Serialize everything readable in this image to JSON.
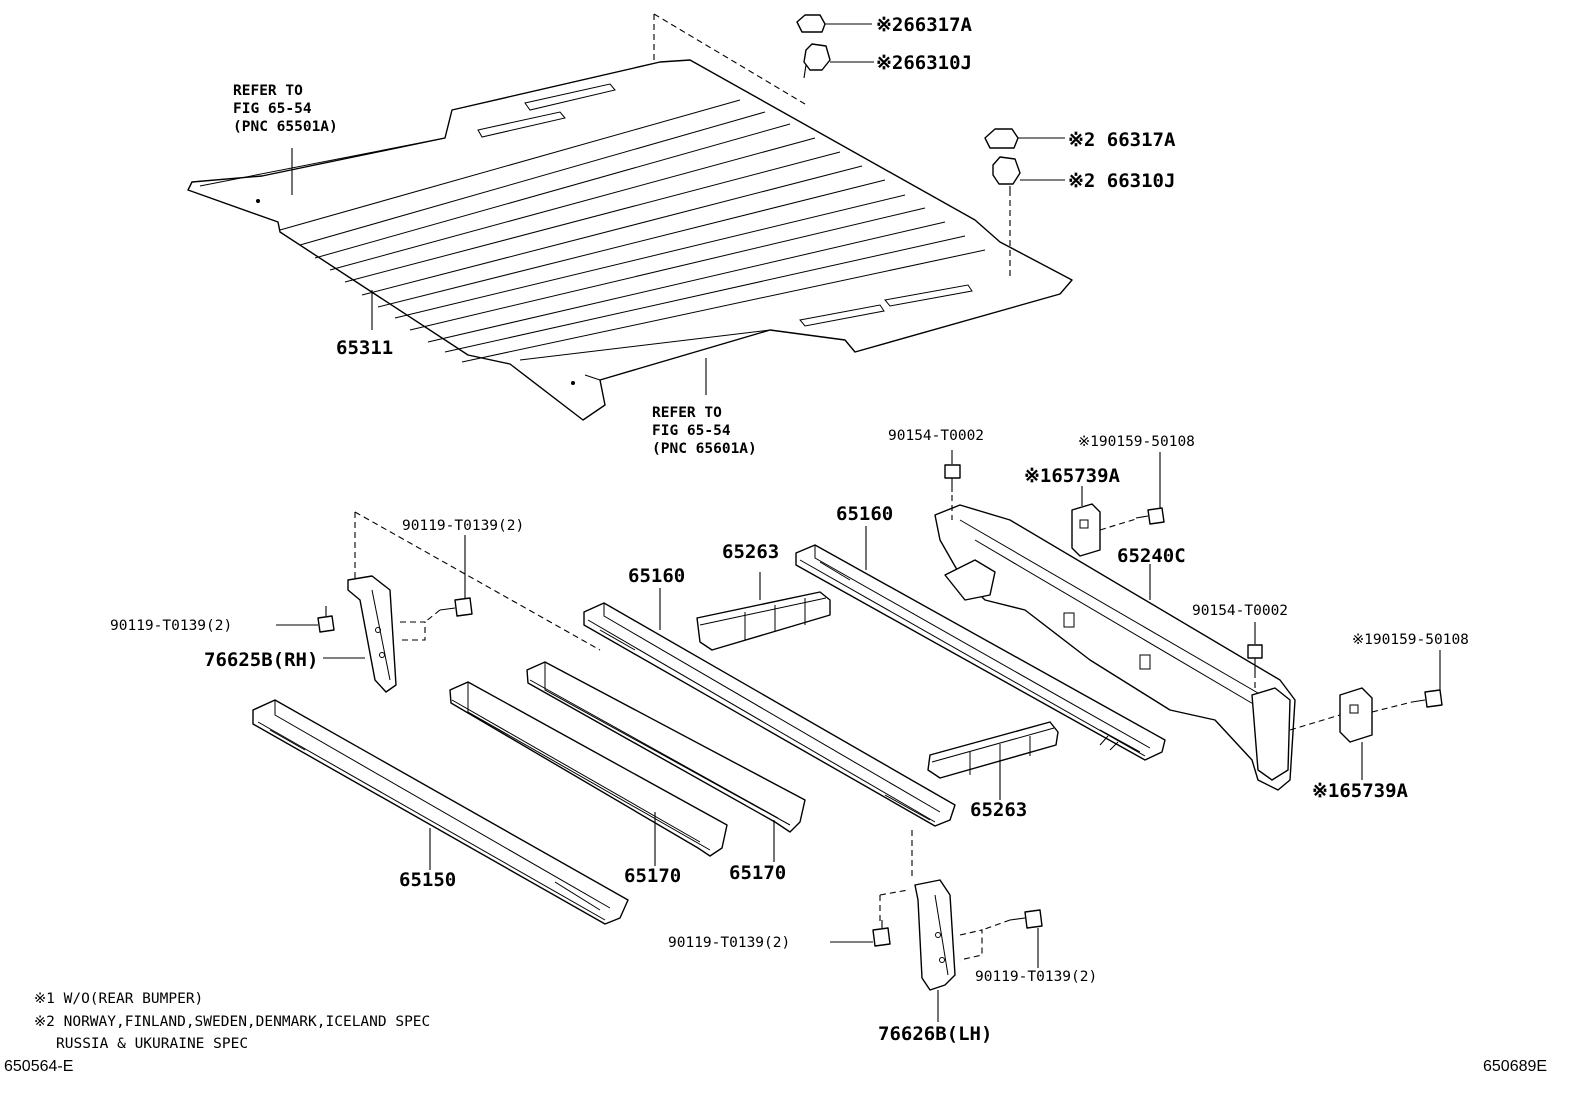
{
  "callouts": {
    "c66317A_top": "※266317A",
    "c66310J_top": "※266310J",
    "c66317A_right": "※2 66317A",
    "c66310J_right": "※2 66310J",
    "ref1_line1": "REFER TO",
    "ref1_line2": "FIG 65-54",
    "ref1_line3": "(PNC 65501A)",
    "ref2_line1": "REFER TO",
    "ref2_line2": "FIG 65-54",
    "ref2_line3": "(PNC 65601A)",
    "c65311": "65311",
    "c90154_top": "90154-T0002",
    "c190159_top": "※190159-50108",
    "c165739A_top": "※165739A",
    "c65160_right": "65160",
    "c65240C": "65240C",
    "c90154_right": "90154-T0002",
    "c190159_right": "※190159-50108",
    "c165739A_right": "※165739A",
    "c90119_top": "90119-T0139(2)",
    "c90119_left": "90119-T0139(2)",
    "c76625B": "76625B(RH)",
    "c65263_top": "65263",
    "c65160_left": "65160",
    "c65263_right": "65263",
    "c65150": "65150",
    "c65170_left": "65170",
    "c65170_right": "65170",
    "c90119_bl": "90119-T0139(2)",
    "c90119_br": "90119-T0139(2)",
    "c76626B": "76626B(LH)"
  },
  "notes": {
    "note1": "※1 W/O(REAR BUMPER)",
    "note2": "※2 NORWAY,FINLAND,SWEDEN,DENMARK,ICELAND SPEC",
    "note3": "RUSSIA & UKURAINE SPEC"
  },
  "codes": {
    "left": "650564-E",
    "right": "650689E"
  }
}
